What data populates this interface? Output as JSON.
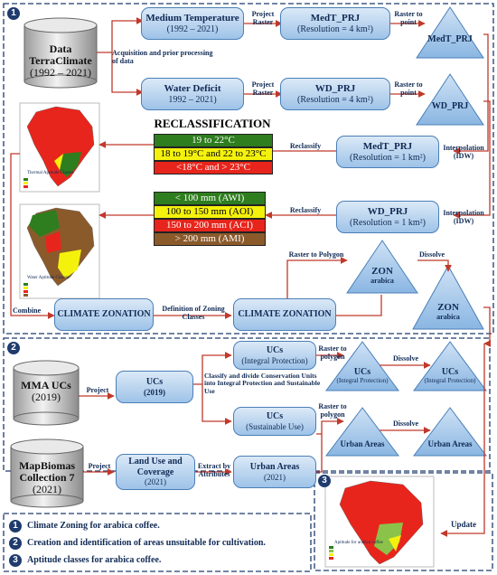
{
  "colors": {
    "frame": "#1f3b6e",
    "arrow": "#c0392b",
    "box_top": "#dbe9f7",
    "box_bottom": "#9ec3e8",
    "class_green": "#2e7d1e",
    "class_yellow": "#f4f10c",
    "class_red": "#e8251c",
    "class_brown": "#8b5a2b"
  },
  "section1": {
    "badge": "1",
    "source": {
      "title": "Data TerraClimate",
      "years": "(1992 – 2021)"
    },
    "acquisition_label": "Acquisition and prior processing of data",
    "medium_temp": {
      "title": "Medium Temperature",
      "years": "(1992 – 2021)"
    },
    "water_deficit": {
      "title": "Water Deficit",
      "years": "1992 – 2021)"
    },
    "project_raster": "Project Raster",
    "medt_prj_4": {
      "title": "MedT_PRJ",
      "res": "(Resolution = 4 km²)"
    },
    "wd_prj_4": {
      "title": "WD_PRJ",
      "res": "(Resolution = 4 km²)"
    },
    "raster_to_point": "Raster to point",
    "tri_medt": "MedT_PRJ",
    "tri_wd": "WD_PRJ",
    "interpolation": "Interpolation (IDW)",
    "medt_prj_1": {
      "title": "MedT_PRJ",
      "res": "(Resolution = 1 km²)"
    },
    "wd_prj_1": {
      "title": "WD_PRJ",
      "res": "(Resolution = 1 km²)"
    },
    "reclassify": "Reclassify",
    "reclassification_title": "RECLASSIFICATION",
    "temp_classes": [
      "19 to 22°C",
      "18 to 19°C and 22 to 23°C",
      "<18°C and > 23°C"
    ],
    "wd_classes": [
      "< 100 mm (AWI)",
      "100 to 150 mm (AOI)",
      "150 to 200 mm (ACI)",
      "> 200 mm (AMI)"
    ],
    "map1_legend_title": "Thermal Aptitude Classes",
    "map2_legend_title": "Water Aptitude Classes",
    "combine": "Combine",
    "climate_zonation": "CLIMATE ZONATION",
    "definition_of_zoning": "Definition of Zoning Classes",
    "climate_zonation2": "CLIMATE ZONATION",
    "raster_to_polygon": "Raster to Polygon",
    "dissolve": "Dissolve",
    "zon1": {
      "title": "ZON",
      "sub": "arabica"
    },
    "zon2": {
      "title": "ZON",
      "sub": "arabica"
    }
  },
  "section2": {
    "badge": "2",
    "mma": {
      "title": "MMA UCs",
      "years": "(2019)"
    },
    "mapbiomas": {
      "title": "MapBiomas Collection 7",
      "years": "(2021)"
    },
    "project": "Project",
    "project2": "Project",
    "ucs_main": {
      "title": "UCs",
      "sub": "(2019)"
    },
    "classify_label": "Classify and divide Conservation Units into Integral Protection and Sustainable Use",
    "ucs_integral": {
      "title": "UCs",
      "sub": "(Integral Protection)"
    },
    "ucs_sustainable": {
      "title": "UCs",
      "sub": "(Sustainable Use)"
    },
    "raster_to_polygon": "Raster to polygon",
    "raster_to_polygon2": "Raster to polygon",
    "dissolve": "Dissolve",
    "dissolve2": "Dissolve",
    "tri_ucs1": {
      "title": "UCs",
      "sub": "(Integral Protection)"
    },
    "tri_ucs2": {
      "title": "UCs",
      "sub": "(Integral Protection)"
    },
    "land_use": {
      "title": "Land Use and Coverage",
      "sub": "(2021)"
    },
    "extract": "Extract by Attributes",
    "urban": {
      "title": "Urban Areas",
      "sub": "(2021)"
    },
    "tri_urban1": "Urban Areas",
    "tri_urban2": "Urban Areas"
  },
  "section3": {
    "badge": "3",
    "update": "Update",
    "map_legend_title": "Aptitude for arabica coffee"
  },
  "legend": [
    {
      "num": "1",
      "text": "Climate Zoning for arabica coffee."
    },
    {
      "num": "2",
      "text": "Creation and identification of areas unsuitable for cultivation."
    },
    {
      "num": "3",
      "text": "Aptitude classes for arabica coffee."
    }
  ]
}
